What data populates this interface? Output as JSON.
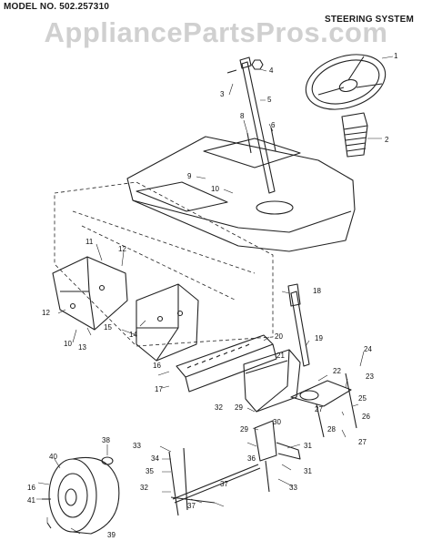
{
  "header": {
    "model": "MODEL NO. 502.257310",
    "system": "STEERING SYSTEM"
  },
  "watermark": "AppliancePartsPros.com",
  "callouts": [
    "1",
    "2",
    "3",
    "4",
    "5",
    "8",
    "6",
    "9",
    "10",
    "11",
    "12",
    "12",
    "10",
    "13",
    "14",
    "15",
    "16",
    "17",
    "18",
    "19",
    "20",
    "21",
    "22",
    "23",
    "24",
    "25",
    "26",
    "27",
    "27",
    "28",
    "29",
    "29",
    "30",
    "31",
    "31",
    "32",
    "32",
    "33",
    "33",
    "34",
    "35",
    "36",
    "37",
    "37",
    "38",
    "39",
    "40",
    "16",
    "41"
  ]
}
